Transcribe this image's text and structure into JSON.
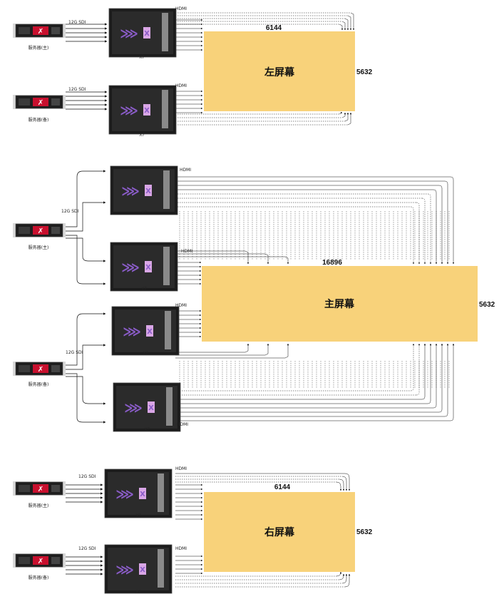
{
  "labels": {
    "sdi": "12G SDI",
    "hdmi": "HDMI",
    "model": "X7",
    "server_main": "服务器(主)",
    "server_backup": "服务器(备)"
  },
  "screens": {
    "left": {
      "name": "左屏幕",
      "width": "6144",
      "height": "5632"
    },
    "main": {
      "name": "主屏幕",
      "width": "16896",
      "height": "5632"
    },
    "right": {
      "name": "右屏幕",
      "width": "6144",
      "height": "5632"
    }
  },
  "colors": {
    "screen": "#f8d27a",
    "device_body": "#1c1c1c",
    "device_panel": "#2b2b2b",
    "logo_purple": "#8a5cc8",
    "logo_pink": "#d9a6e6",
    "server_red": "#c8102e",
    "line": "#111111"
  }
}
